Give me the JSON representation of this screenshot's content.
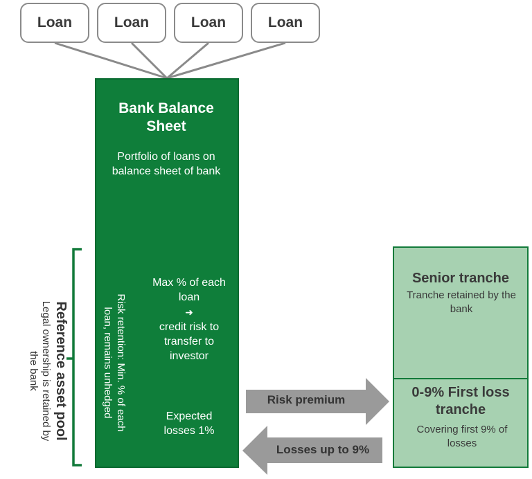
{
  "loans": [
    "Loan",
    "Loan",
    "Loan",
    "Loan"
  ],
  "bank": {
    "title": "Bank Balance Sheet",
    "description": "Portfolio of loans on balance sheet of bank",
    "risk_retention": "Risk retention: Min. % of each loan, remains unhedged",
    "max_line1": "Max % of each loan",
    "arrow": "➜",
    "max_line2": "credit risk to transfer to investor",
    "expected_losses": "Expected losses 1%"
  },
  "reference_pool": {
    "title": "Reference asset pool",
    "subtitle": "Legal ownership is retained by the bank"
  },
  "senior": {
    "title": "Senior tranche",
    "subtitle": "Tranche retained by the bank"
  },
  "first_loss": {
    "title": "0-9% First loss tranche",
    "subtitle": "Covering first 9% of losses"
  },
  "arrows": {
    "risk_premium": "Risk premium",
    "losses": "Losses up to 9%"
  },
  "colors": {
    "bank_green": "#0f7e3a",
    "tranche_green": "#a7d1b1",
    "arrow_gray": "#9a9a9a",
    "bracket_green": "#127a3a"
  }
}
